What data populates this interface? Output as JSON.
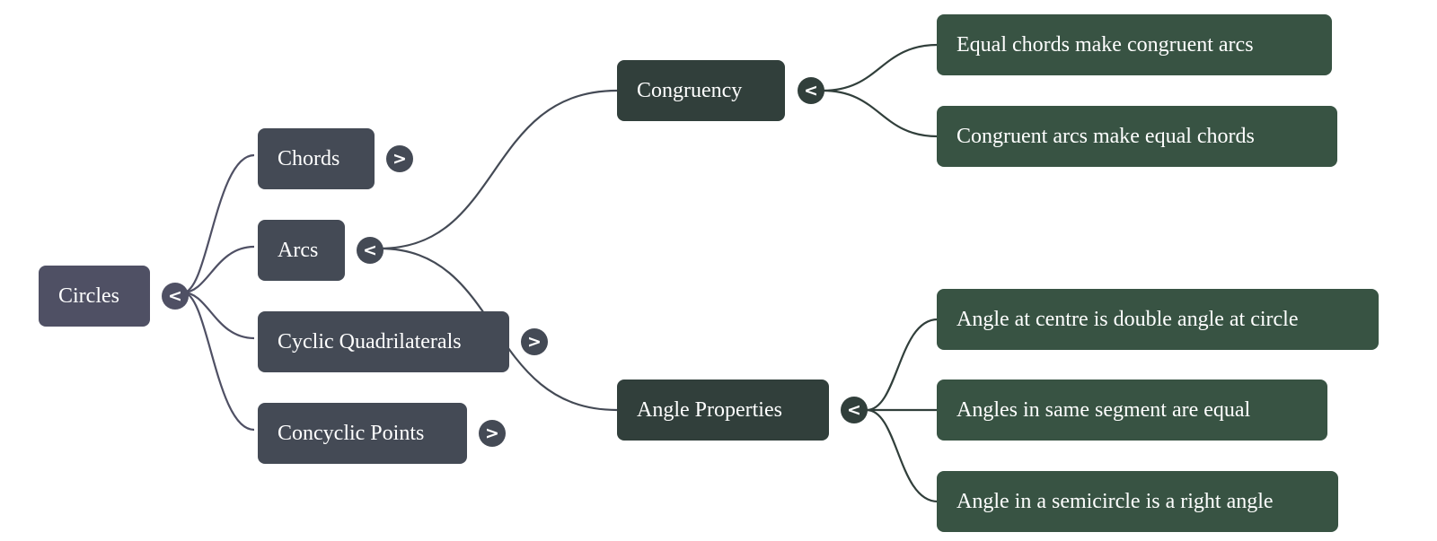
{
  "mindmap": {
    "title": "Circles",
    "colors": {
      "root": "#4f5064",
      "level1": "#444a55",
      "level2": "#313f3b",
      "level3": "#385343",
      "edge_level1": "#4f5064",
      "edge_level2": "#444a55",
      "edge_level3": "#313f3b"
    },
    "nodes": {
      "root": {
        "label": "Circles",
        "toggle": "<",
        "state": "expanded"
      },
      "chords": {
        "label": "Chords",
        "toggle": ">",
        "state": "collapsed"
      },
      "arcs": {
        "label": "Arcs",
        "toggle": "<",
        "state": "expanded"
      },
      "cyclic_quadrilaterals": {
        "label": "Cyclic Quadrilaterals",
        "toggle": ">",
        "state": "collapsed"
      },
      "concyclic_points": {
        "label": "Concyclic Points",
        "toggle": ">",
        "state": "collapsed"
      },
      "congruency": {
        "label": "Congruency",
        "toggle": "<",
        "state": "expanded"
      },
      "angle_properties": {
        "label": "Angle Properties",
        "toggle": "<",
        "state": "expanded"
      },
      "equal_chords": {
        "label": "Equal chords make congruent arcs"
      },
      "congruent_arcs": {
        "label": "Congruent arcs make equal chords"
      },
      "angle_centre": {
        "label": "Angle at centre is double angle at circle"
      },
      "same_segment": {
        "label": "Angles in same segment are equal"
      },
      "semicircle": {
        "label": "Angle in a semicircle is a right angle"
      }
    }
  }
}
